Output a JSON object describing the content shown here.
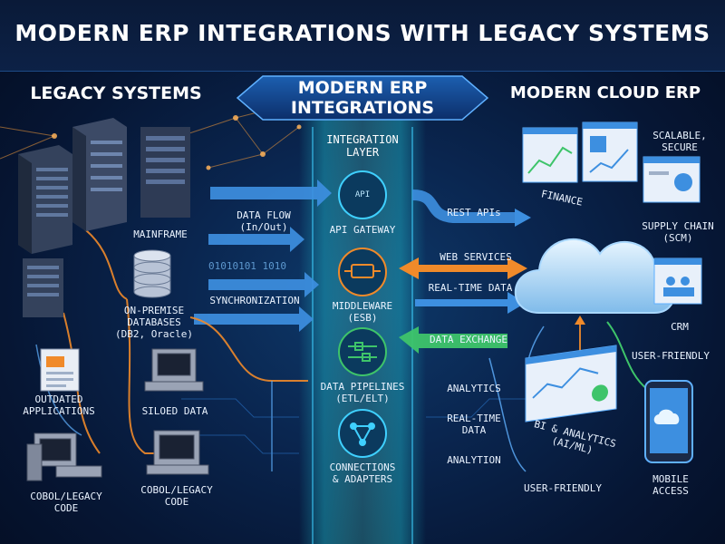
{
  "title": "MODERN ERP INTEGRATIONS WITH LEGACY SYSTEMS",
  "headers": {
    "legacy": "LEGACY SYSTEMS",
    "center_line1": "MODERN ERP",
    "center_line2": "INTEGRATIONS",
    "cloud": "MODERN CLOUD ERP",
    "integration_layer_line1": "INTEGRATION",
    "integration_layer_line2": "LAYER"
  },
  "legacy": {
    "mainframe": "MAINFRAME",
    "databases_line1": "ON-PREMISE",
    "databases_line2": "DATABASES",
    "databases_line3": "(DB2, Oracle)",
    "outdated_line1": "OUTDATED",
    "outdated_line2": "APPLICATIONS",
    "siloed": "SILOED DATA",
    "cobol1_line1": "COBOL/LEGACY",
    "cobol1_line2": "CODE",
    "cobol2_line1": "COBOL/LEGACY",
    "cobol2_line2": "CODE"
  },
  "flows": {
    "data_flow_line1": "DATA FLOW",
    "data_flow_line2": "(In/Out)",
    "synchronization": "SYNCHRONIZATION",
    "binary": "01010101 1010"
  },
  "layer_nodes": {
    "api_gateway": "API GATEWAY",
    "api_badge": "API",
    "middleware_line1": "MIDDLEWARE",
    "middleware_line2": "(ESB)",
    "pipelines_line1": "DATA PIPELINES",
    "pipelines_line2": "(ETL/ELT)",
    "connections_line1": "CONNECTIONS",
    "connections_line2": "& ADAPTERS"
  },
  "right_flows": {
    "rest_apis": "REST APIs",
    "web_services": "WEB SERVICES",
    "real_time_data": "REAL-TIME DATA",
    "data_exchange": "DATA EXCHANGE",
    "analytics": "ANALYTICS",
    "real_time_line1": "REAL-TIME",
    "real_time_line2": "DATA",
    "analytion": "ANALYTION"
  },
  "cloud": {
    "finance": "FINANCE",
    "scalable_line1": "SCALABLE,",
    "scalable_line2": "SECURE",
    "supply_line1": "SUPPLY CHAIN",
    "supply_line2": "(SCM)",
    "crm": "CRM",
    "user_friendly_1": "USER-FRIENDLY",
    "bi_line1": "BI & ANALYTICS",
    "bi_line2": "(AI/ML)",
    "user_friendly_2": "USER-FRIENDLY",
    "mobile_line1": "MOBILE",
    "mobile_line2": "ACCESS"
  },
  "colors": {
    "blue_arrow": "#3d8fe0",
    "orange": "#f08a2a",
    "green": "#3ec46a",
    "cyan": "#3fd0ff",
    "node_bg": "#0b3a5e"
  }
}
